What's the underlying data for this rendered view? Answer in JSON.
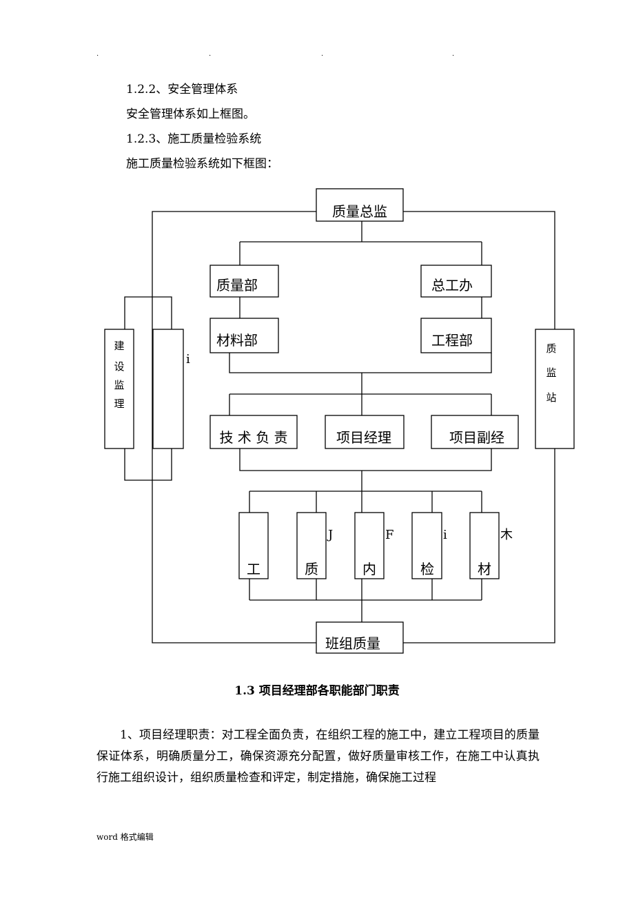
{
  "header_dots": [
    ".",
    ".",
    ".",
    "."
  ],
  "heading_122": "1.2.2、安全管理体系",
  "text_122": "安全管理体系如上框图。",
  "heading_123": "1.2.3、施工质量检验系统",
  "text_123": "施工质量检验系统如下框图：",
  "diagram": {
    "top": "质量总监",
    "quality_dept": "质量部",
    "chief_eng_office": "总工办",
    "materials_dept": "材料部",
    "engineering_dept": "工程部",
    "supervision": [
      "建",
      "设",
      "监",
      "理"
    ],
    "design_fragment": "i",
    "quality_station": [
      "质",
      "监",
      "站"
    ],
    "tech_lead": "技 术 负 责",
    "project_manager": "项目经理",
    "deputy_manager": "项目副经",
    "bottom_boxes": [
      {
        "top_fragment": "",
        "label": "工"
      },
      {
        "top_fragment": "J",
        "label": "质"
      },
      {
        "top_fragment": "F",
        "label": "内"
      },
      {
        "top_fragment": "i",
        "label": "检"
      },
      {
        "top_fragment": "木",
        "label": "材"
      }
    ],
    "team_quality": "班组质量"
  },
  "section_title": "1.3 项目经理部各职能部门职责",
  "paragraph_1": "1、项目经理职责：对工程全面负责，在组织工程的施工中，建立工程项目的质量保证体系，明确质量分工，确保资源充分配置，做好质量审核工作，在施工中认真执行施工组织设计，组织质量检查和评定，制定措施，确保施工过程",
  "footer": "word 格式编辑"
}
